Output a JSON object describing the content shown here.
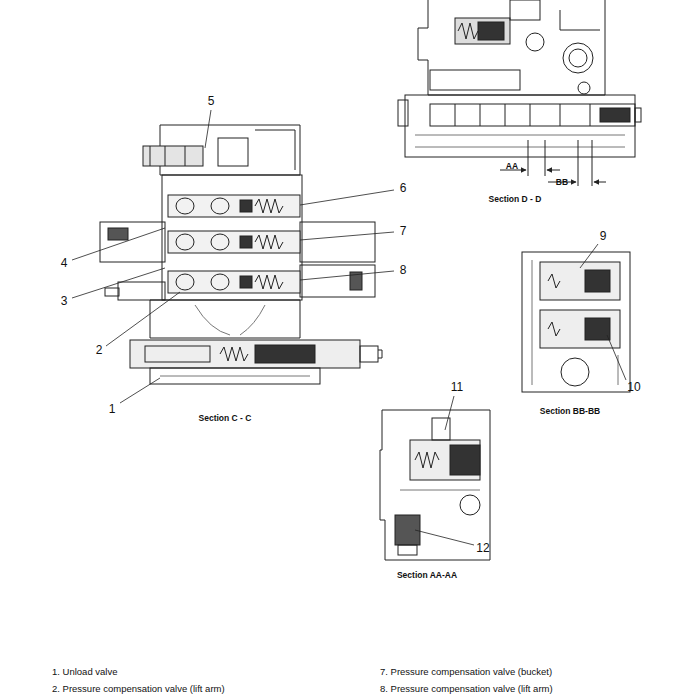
{
  "diagram": {
    "labels": [
      "5",
      "6",
      "7",
      "4",
      "3",
      "8",
      "2",
      "1",
      "Section C - C",
      "AA",
      "BB",
      "Section D - D",
      "9",
      "10",
      "Section BB-BB",
      "11",
      "12",
      "Section AA-AA",
      "1. Unload valve",
      "2. Pressure compensation valve (lift arm)",
      "7. Pressure compensation valve (bucket)",
      "8. Pressure compensation valve (lift arm)"
    ]
  }
}
